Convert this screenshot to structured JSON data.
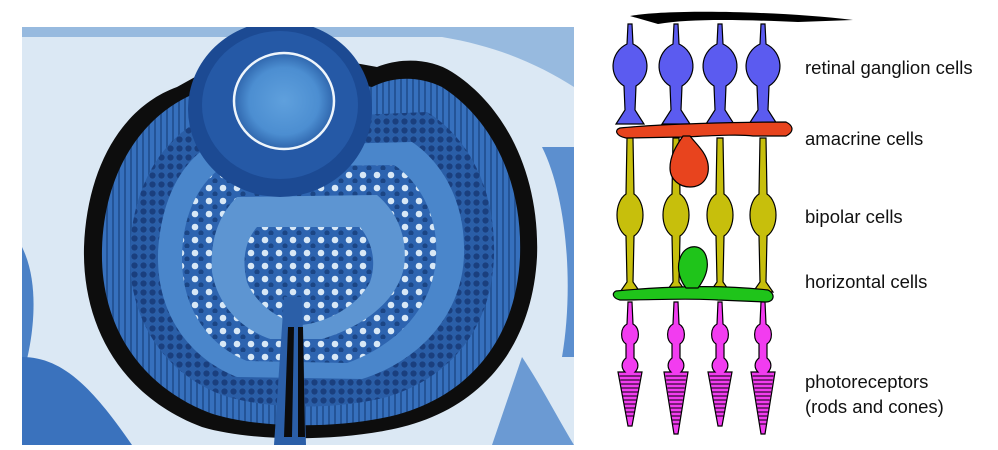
{
  "labels": {
    "ganglion": "retinal ganglion cells",
    "amacrine": "amacrine cells",
    "bipolar": "bipolar cells",
    "horizontal": "horizontal cells",
    "photoreceptors_line1": "photoreceptors",
    "photoreceptors_line2": "(rods and cones)"
  },
  "colors": {
    "ganglion": "#5b5bf0",
    "amacrine": "#e8441e",
    "bipolar": "#c7bf0c",
    "horizontal": "#1fc41a",
    "photoreceptor": "#f23cf0",
    "tissue_dark": "#1f4f96",
    "tissue_mid": "#3f78c2",
    "tissue_light": "#9cc3e6",
    "pigment": "#0b0b0b"
  }
}
